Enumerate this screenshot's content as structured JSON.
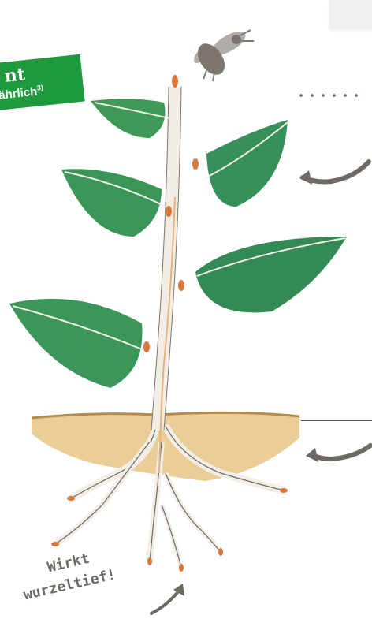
{
  "badge": {
    "line1": "nt",
    "line2": "ährlich",
    "sup": "3)"
  },
  "note": {
    "line1": "Wirkt",
    "line2": "wurzeltief!"
  },
  "colors": {
    "leaf": "#3f9a58",
    "leaf_dark": "#2f7a4a",
    "stem": "#f1eee6",
    "sap": "#e8b27a",
    "soil": "#e7c486",
    "arrow": "#6d6a64",
    "badge": "#1e9a3c",
    "root_tip": "#d9783a"
  },
  "icons": [
    "bee-icon",
    "curved-arrow-icon",
    "dotted-line-icon"
  ]
}
